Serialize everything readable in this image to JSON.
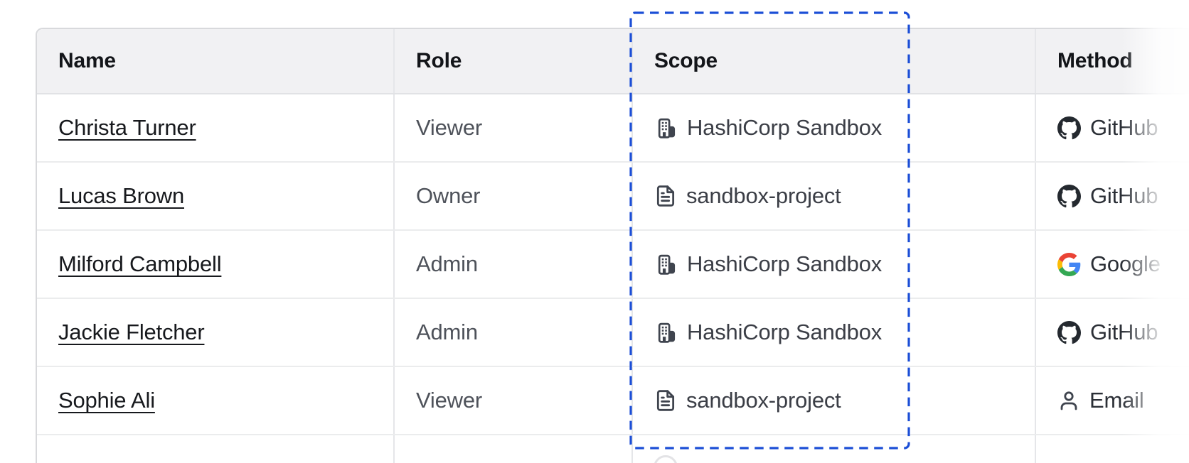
{
  "table": {
    "headers": {
      "name": "Name",
      "role": "Role",
      "scope": "Scope",
      "method": "Method"
    },
    "rows": [
      {
        "name": "Christa Turner",
        "role": "Viewer",
        "scope": "HashiCorp Sandbox",
        "scope_icon": "organization-icon",
        "method": "GitHub",
        "method_icon": "github-icon"
      },
      {
        "name": "Lucas Brown",
        "role": "Owner",
        "scope": "sandbox-project",
        "scope_icon": "file-icon",
        "method": "GitHub",
        "method_icon": "github-icon"
      },
      {
        "name": "Milford Campbell",
        "role": "Admin",
        "scope": "HashiCorp Sandbox",
        "scope_icon": "organization-icon",
        "method": "Google",
        "method_icon": "google-icon"
      },
      {
        "name": "Jackie Fletcher",
        "role": "Admin",
        "scope": "HashiCorp Sandbox",
        "scope_icon": "organization-icon",
        "method": "GitHub",
        "method_icon": "github-icon"
      },
      {
        "name": "Sophie Ali",
        "role": "Viewer",
        "scope": "sandbox-project",
        "scope_icon": "file-icon",
        "method": "Email",
        "method_icon": "person-icon"
      }
    ]
  },
  "highlight": {
    "target_column": "Scope",
    "color": "#1b4ed6"
  },
  "colors": {
    "header_bg": "#f1f1f3",
    "border_outer": "#d8d9dc",
    "border_row": "#ebeced",
    "border_column": "#e5e6e9",
    "icon_slate": "#3f444e",
    "github_black": "#24292f",
    "google_blue": "#4285F4",
    "google_red": "#EA4335",
    "google_yellow": "#FBBC05",
    "google_green": "#34A853"
  }
}
